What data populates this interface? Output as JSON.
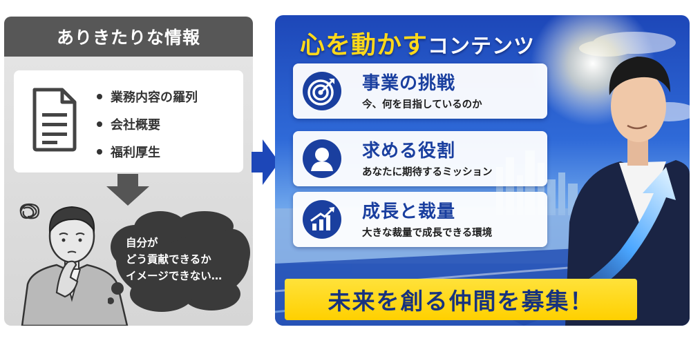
{
  "left": {
    "header": "ありきたりな情報",
    "bullets": [
      "業務内容の羅列",
      "会社概要",
      "福利厚生"
    ],
    "thought_lines": [
      "自分が",
      "どう貢献できるか",
      "イメージできない…"
    ]
  },
  "right": {
    "title_main": "心を動かす",
    "title_sub": "コンテンツ",
    "features": [
      {
        "title": "事業の挑戦",
        "desc": "今、何を目指しているのか",
        "icon": "target-icon"
      },
      {
        "title": "求める役割",
        "desc": "あなたに期待するミッション",
        "icon": "person-icon"
      },
      {
        "title": "成長と裁量",
        "desc": "大きな裁量で成長できる環境",
        "icon": "growth-chart-icon"
      }
    ],
    "banner": "未来を創る仲間を募集！"
  },
  "colors": {
    "left_header": "#575757",
    "right_bg": "#2f6ad8",
    "accent_yellow": "#ffd91a",
    "feature_blue": "#1a3f9f",
    "banner_text": "#17327e"
  }
}
